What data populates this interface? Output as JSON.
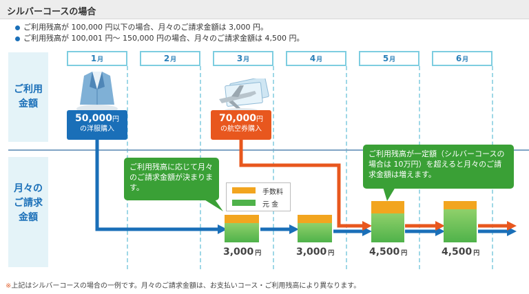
{
  "header": {
    "title": "シルバーコースの場合"
  },
  "bullets": [
    "ご利用残高が 100,000 円以下の場合、月々のご請求金額は 3,000 円。",
    "ご利用残高が 100,001 円～ 150,000 円の場合、月々のご請求金額は 4,500 円。"
  ],
  "months": [
    {
      "num": "1",
      "unit": "月"
    },
    {
      "num": "2",
      "unit": "月"
    },
    {
      "num": "3",
      "unit": "月"
    },
    {
      "num": "4",
      "unit": "月"
    },
    {
      "num": "5",
      "unit": "月"
    },
    {
      "num": "6",
      "unit": "月"
    }
  ],
  "sections": {
    "usage": [
      "ご利用",
      "金額"
    ],
    "monthly": [
      "月々の",
      "ご請求",
      "金額"
    ]
  },
  "purchases": [
    {
      "amount": "50,000",
      "unit": "円",
      "desc": "の洋服購入",
      "color": "#1a6fb8",
      "icon": "suit-icon"
    },
    {
      "amount": "70,000",
      "unit": "円",
      "desc": "の航空券購入",
      "color": "#e8571e",
      "icon": "airplane-icon"
    }
  ],
  "callouts": {
    "balance": "ご利用残高に応じて月々のご請求金額が決まります。",
    "increase": "ご利用残高が一定額（シルバーコースの場合は 10万円）を超えると月々のご請求金額は増えます。"
  },
  "legend": {
    "fee": "手数料",
    "principal": "元 金"
  },
  "bills": [
    {
      "amount": "3,000",
      "unit": "円"
    },
    {
      "amount": "3,000",
      "unit": "円"
    },
    {
      "amount": "4,500",
      "unit": "円"
    },
    {
      "amount": "4,500",
      "unit": "円"
    }
  ],
  "colors": {
    "blue": "#1a6fb8",
    "orange": "#e8571e",
    "green": "#3aa036",
    "fee": "#f2a51f"
  },
  "footnote": {
    "mark": "※",
    "text": "上記はシルバーコースの場合の一例です。月々のご請求金額は、お支払いコース・ご利用残高により異なります。"
  }
}
